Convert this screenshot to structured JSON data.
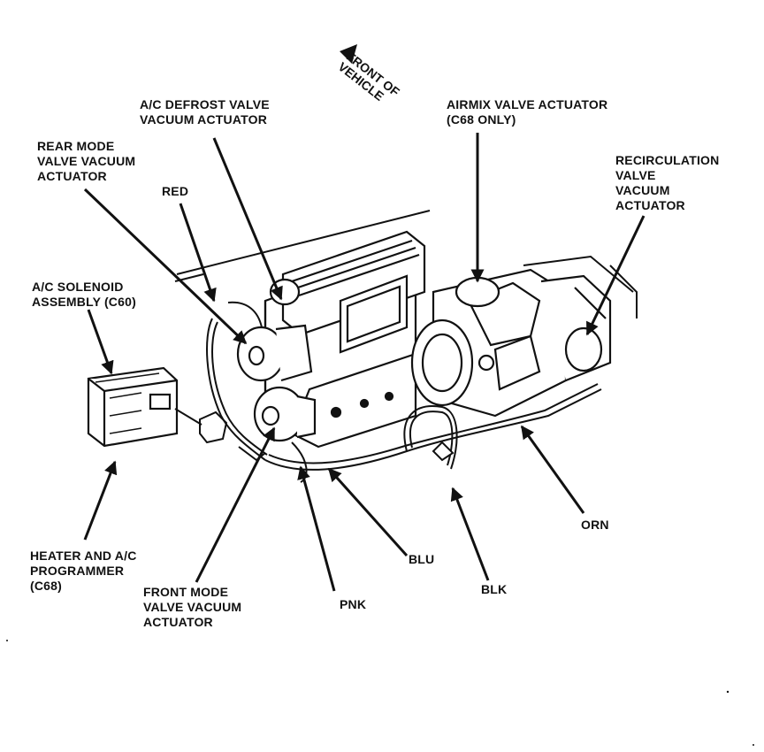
{
  "diagram": {
    "front_marker": {
      "line1": "FRONT OF",
      "line2": "VEHICLE"
    },
    "labels": {
      "ac_defrost": {
        "line1": "A/C DEFROST VALVE",
        "line2": "VACUUM ACTUATOR"
      },
      "airmix": {
        "line1": "AIRMIX VALVE ACTUATOR",
        "line2": "(C68 ONLY)"
      },
      "rear_mode": {
        "line1": "REAR MODE",
        "line2": "VALVE VACUUM",
        "line3": "ACTUATOR"
      },
      "recirc": {
        "line1": "RECIRCULATION",
        "line2": "VALVE",
        "line3": "VACUUM",
        "line4": "ACTUATOR"
      },
      "red": "RED",
      "solenoid": {
        "line1": "A/C SOLENOID",
        "line2": "ASSEMBLY (C60)"
      },
      "programmer": {
        "line1": "HEATER AND A/C",
        "line2": "PROGRAMMER",
        "line3": "(C68)"
      },
      "front_mode": {
        "line1": "FRONT MODE",
        "line2": "VALVE VACUUM",
        "line3": "ACTUATOR"
      },
      "pnk": "PNK",
      "blu": "BLU",
      "blk": "BLK",
      "orn": "ORN"
    },
    "colors": {
      "ink": "#111111",
      "paper": "#ffffff"
    }
  }
}
